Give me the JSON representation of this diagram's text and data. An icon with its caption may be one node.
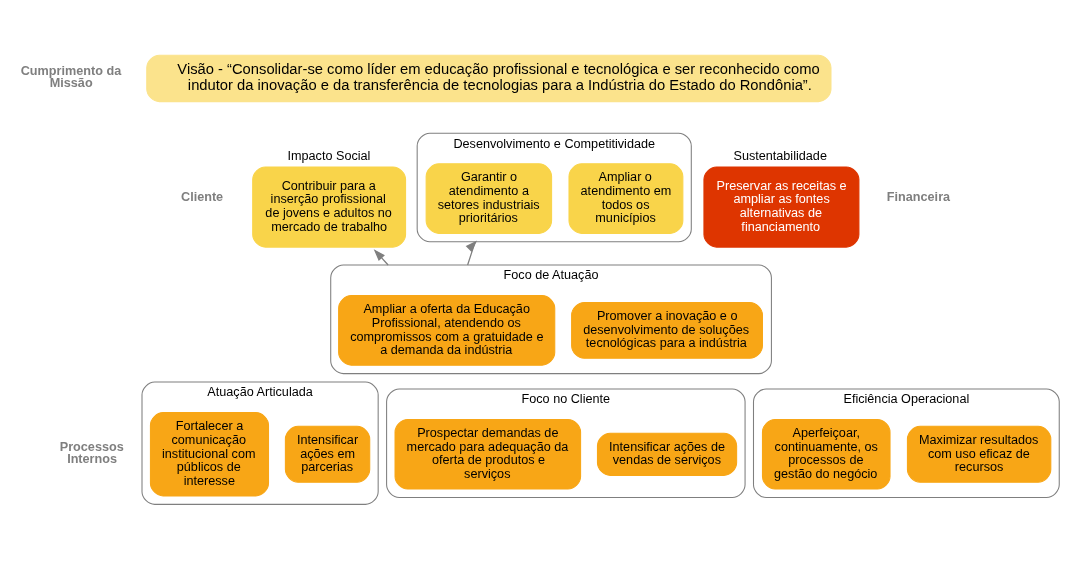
{
  "diagram": {
    "nodes": [
      {
        "text": [
          "Visão - “Consolidar-se como líder em educação profissional e tecnológica e ser reconhecido como indutor da inovação e da transferência de tecnologias para a Indústria do Estado do Rondônia”."
        ]
      },
      {
        "text": [
          "Impacto Social",
          "Contribuir para a inserção profissional de jovens e adultos no mercado de trabalho"
        ]
      },
      {
        "text": [
          "Desenvolvimento e Competitividade"
        ]
      },
      {
        "text": [
          "Garantir o atendimento a setores industriais prioritários"
        ],
        "in": 2
      },
      {
        "text": [
          "Ampliar o atendimento em todos os municípios"
        ],
        "in": 2
      },
      {
        "text": [
          "Sustentabilidade",
          "Preservar as receitas e ampliar as fontes alternativas de financiamento"
        ]
      },
      {
        "text": [
          "Foco de Atuação"
        ]
      },
      {
        "text": [
          "Ampliar a oferta da Educação Profissional, atendendo os compromissos com a gratuidade e a demanda da indústria"
        ],
        "in": 6
      },
      {
        "text": [
          "Promover a inovação e o desenvolvimento de soluções tecnológicas para a indústria"
        ],
        "in": 6
      },
      {
        "text": [
          "Atuação Articulada"
        ]
      },
      {
        "text": [
          "Fortalecer a comunicação institucional com públicos de interesse"
        ],
        "in": 9
      },
      {
        "text": [
          "Intensificar ações em parcerias"
        ],
        "in": 9
      },
      {
        "text": [
          "Foco no Cliente"
        ]
      },
      {
        "text": [
          "Prospectar demandas de mercado para adequação da oferta de produtos e serviços"
        ],
        "in": 12
      },
      {
        "text": [
          "Intensificar ações de vendas de serviços"
        ],
        "in": 12
      },
      {
        "text": [
          "Eficiência Operacional"
        ]
      },
      {
        "text": [
          "Aperfeiçoar, continuamente, os processos de gestão do negócio"
        ],
        "in": 15
      },
      {
        "text": [
          "Maximizar resultados com uso eficaz de recursos"
        ],
        "in": 15
      }
    ],
    "edges": [
      {
        "from": 6,
        "to": 1,
        "arrow": "to"
      },
      {
        "from": 6,
        "to": 2,
        "arrow": "to"
      }
    ],
    "labels": [
      "Cumprimento da Missão",
      "Cliente",
      "Financeira",
      "Processos Internos"
    ]
  }
}
